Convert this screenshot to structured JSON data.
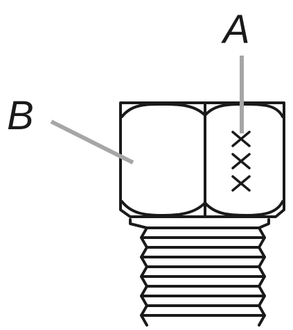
{
  "labels": {
    "a": "A",
    "b": "B",
    "marking": "XXX"
  },
  "colors": {
    "outline": "#1a1a1a",
    "leader": "#a6a6a6",
    "background": "#ffffff"
  }
}
